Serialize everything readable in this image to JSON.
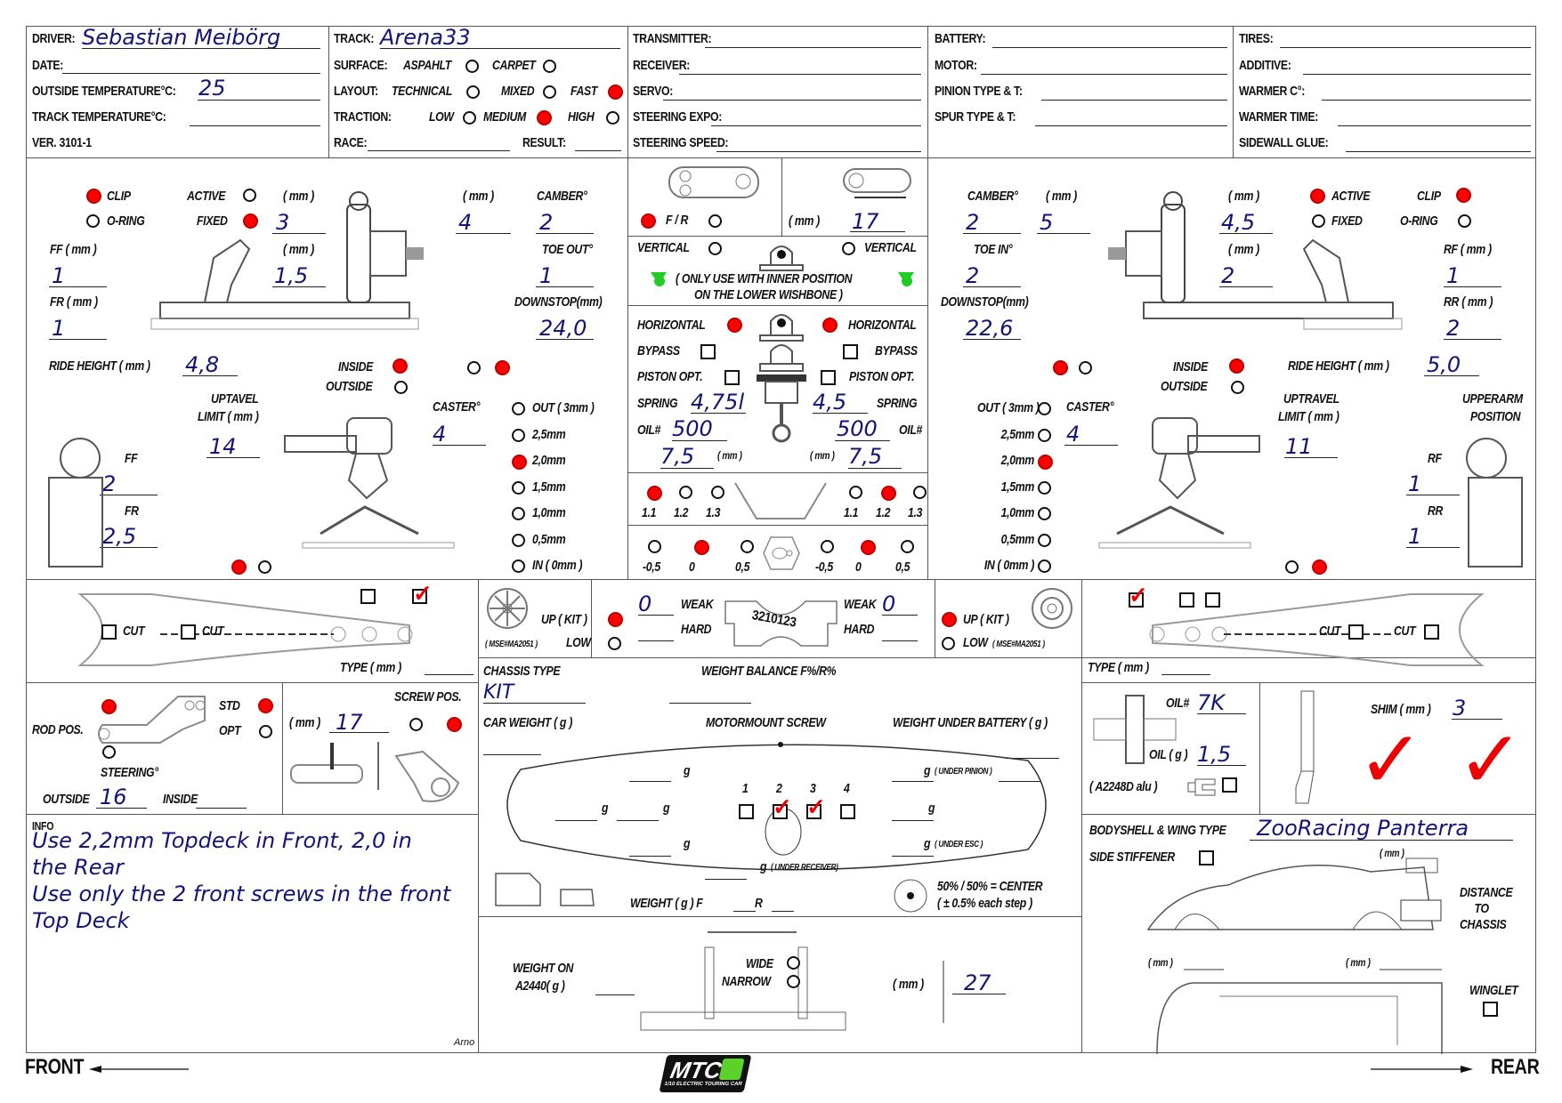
{
  "header": {
    "col1": {
      "driver_label": "DRIVER:",
      "driver_value": "Sebastian Meibörg",
      "date_label": "DATE:",
      "date_value": "",
      "outside_temp_label": "OUTSIDE TEMPERATURE°C:",
      "outside_temp_value": "25",
      "track_temp_label": "TRACK TEMPERATURE°C:",
      "track_temp_value": "",
      "version": "VER. 3101-1"
    },
    "col2": {
      "track_label": "TRACK:",
      "track_value": "Arena33",
      "surface_label": "SURFACE:",
      "surface_options": [
        "ASPAHLT",
        "CARPET"
      ],
      "surface_selected": "",
      "layout_label": "LAYOUT:",
      "layout_options": [
        "TECHNICAL",
        "MIXED",
        "FAST"
      ],
      "layout_selected": "FAST",
      "traction_label": "TRACTION:",
      "traction_options": [
        "LOW",
        "MEDIUM",
        "HIGH"
      ],
      "traction_selected": "MEDIUM",
      "race_label": "RACE:",
      "race_value": "",
      "result_label": "RESULT:",
      "result_value": ""
    },
    "col3": {
      "transmitter_label": "TRANSMITTER:",
      "receiver_label": "RECEIVER:",
      "servo_label": "SERVO:",
      "steering_expo_label": "STEERING EXPO:",
      "steering_speed_label": "STEERING SPEED:"
    },
    "col4": {
      "battery_label": "BATTERY:",
      "motor_label": "MOTOR:",
      "pinion_label": "PINION TYPE & T:",
      "spur_label": "SPUR TYPE & T:"
    },
    "col5": {
      "tires_label": "TIRES:",
      "additive_label": "ADDITIVE:",
      "warmer_c_label": "WARMER C°:",
      "warmer_time_label": "WARMER TIME:",
      "sidewall_glue_label": "SIDEWALL GLUE:"
    }
  },
  "front": {
    "clip_label": "CLIP",
    "clip_selected": true,
    "oring_label": "O-RING",
    "oring_selected": false,
    "active_label": "ACTIVE",
    "active_selected": false,
    "fixed_label": "FIXED",
    "fixed_selected": true,
    "mm_label": "( mm )",
    "upper_link_mm": "3",
    "upper_link2_mm": "4",
    "lower_link_mm": "1,5",
    "camber_label": "CAMBER°",
    "camber_value": "2",
    "toe_label": "TOE OUT°",
    "toe_value": "1",
    "downstop_label": "DOWNSTOP(mm)",
    "downstop_value": "24,0",
    "ff_mm_label": "FF ( mm )",
    "ff_mm_value": "1",
    "fr_mm_label": "FR ( mm )",
    "fr_mm_value": "1",
    "ride_height_label": "RIDE HEIGHT ( mm )",
    "ride_height_value": "4,8",
    "inside_label": "INSIDE",
    "inside_selected": true,
    "outside_label": "OUTSIDE",
    "outside_selected": false,
    "downstop_pos": [
      false,
      true
    ],
    "uptravel_label_1": "UPTAVEL",
    "uptravel_label_2": "LIMIT ( mm )",
    "uptravel_value": "14",
    "uptravel_pos": [
      true,
      false
    ],
    "caster_label": "CASTER°",
    "caster_value": "4",
    "ff_label": "FF",
    "ff_value": "2",
    "fr_label": "FR",
    "fr_value": "2,5",
    "caster_options": [
      "OUT ( 3mm )",
      "2,5mm",
      "2,0mm",
      "1,5mm",
      "1,0mm",
      "0,5mm",
      "IN ( 0mm )"
    ],
    "caster_selected": "2,0mm"
  },
  "rear": {
    "clip_label": "CLIP",
    "clip_selected": true,
    "oring_label": "O-RING",
    "oring_selected": false,
    "active_label": "ACTIVE",
    "active_selected": true,
    "fixed_label": "FIXED",
    "fixed_selected": false,
    "mm_label": "( mm )",
    "upper_link_mm": "5",
    "upper_link2_mm": "4,5",
    "lower_link_mm": "2",
    "camber_label": "CAMBER°",
    "camber_value": "2",
    "toe_label": "TOE IN°",
    "toe_value": "2",
    "downstop_label": "DOWNSTOP(mm)",
    "downstop_value": "22,6",
    "rf_mm_label": "RF ( mm )",
    "rf_mm_value": "1",
    "rr_mm_label": "RR ( mm )",
    "rr_mm_value": "2",
    "ride_height_label": "RIDE HEIGHT ( mm )",
    "ride_height_value": "5,0",
    "inside_label": "INSIDE",
    "inside_selected": true,
    "outside_label": "OUTSIDE",
    "outside_selected": false,
    "downstop_pos": [
      true,
      false
    ],
    "uptravel_label_1": "UPTRAVEL",
    "uptravel_label_2": "LIMIT ( mm )",
    "uptravel_value": "11",
    "uptravel_pos": [
      false,
      true
    ],
    "caster_label": "CASTER°",
    "caster_value": "4",
    "upperarm_label_1": "UPPERARM",
    "upperarm_label_2": "POSITION",
    "rf_label": "RF",
    "rf_value": "1",
    "rr_label": "RR",
    "rr_value": "1",
    "caster_options": [
      "OUT ( 3mm )",
      "2,5mm",
      "2,0mm",
      "1,5mm",
      "1,0mm",
      "0,5mm",
      "IN ( 0mm )"
    ],
    "caster_selected": "2,0mm"
  },
  "center": {
    "fr_label": "F / R",
    "fr_selected": true,
    "fr_alt_selected": false,
    "servo_saver_mm_label": "( mm )",
    "servo_saver_mm_value": "17",
    "vertical_label": "VERTICAL",
    "vertical_left": false,
    "vertical_right": false,
    "vertical_note_1": "( ONLY USE WITH INNER POSITION",
    "vertical_note_2": "ON THE LOWER WISHBONE )",
    "horizontal_label": "HORIZONTAL",
    "horizontal_left": true,
    "horizontal_right": true,
    "bypass_label": "BYPASS",
    "bypass_left": false,
    "bypass_right": false,
    "piston_label": "PISTON OPT.",
    "piston_left": false,
    "piston_right": false,
    "spring_label": "SPRING",
    "spring_front": "4,75l",
    "spring_rear": "4,5",
    "oil_label": "OIL#",
    "oil_front": "500",
    "oil_rear": "500",
    "shock_mm_label": "( mm )",
    "shock_len_front": "7,5",
    "shock_len_rear": "7,5",
    "antiroll_options": [
      "1.1",
      "1.2",
      "1.3"
    ],
    "antiroll_front": "1.1",
    "antiroll_rear": "1.2",
    "hub_options": [
      "-0,5",
      "0",
      "0,5"
    ],
    "hub_front": "0",
    "hub_rear": "0"
  },
  "arms": {
    "cut_label": "CUT",
    "type_label": "TYPE ( mm )",
    "front_top_checks": [
      false,
      true
    ],
    "front_cut_checks": [
      false,
      false
    ],
    "rear_top_checks": [
      true,
      false,
      false
    ],
    "rear_cut_checks": [
      false,
      false
    ]
  },
  "wheels": {
    "up_kit_label": "UP ( KIT )",
    "low_label": "LOW",
    "mse_label": "( MSE#MA2051 )",
    "front_up": true,
    "front_low": false,
    "rear_up": true,
    "rear_low": false
  },
  "diff_mount": {
    "weak_label": "WEAK",
    "hard_label": "HARD",
    "scale_text": "3210123",
    "left_weak": "0",
    "left_hard": "",
    "right_weak": "0",
    "right_hard": ""
  },
  "steering": {
    "rod_pos_label": "ROD POS.",
    "rod_top_selected": true,
    "rod_bottom_selected": false,
    "std_label": "STD",
    "std_selected": true,
    "opt_label": "OPT",
    "opt_selected": false,
    "steering_label": "STEERING°",
    "outside_label": "OUTSIDE",
    "outside_value": "16",
    "inside_label": "INSIDE",
    "inside_value": "",
    "screw_pos_label": "SCREW POS.",
    "screw_mm_label": "( mm )",
    "screw_mm_value": "17",
    "screw_pos": [
      false,
      true
    ]
  },
  "chassis": {
    "chassis_type_label": "CHASSIS TYPE",
    "chassis_type_value": "KIT",
    "weight_balance_label": "WEIGHT BALANCE F%/R%",
    "weight_balance_value": "",
    "car_weight_label": "CAR WEIGHT ( g )",
    "car_weight_value": "",
    "motormount_label": "MOTORMOUNT SCREW",
    "weight_under_battery_label": "WEIGHT UNDER BATTERY ( g )",
    "screw_numbers": [
      "1",
      "2",
      "3",
      "4"
    ],
    "screw_checks": [
      false,
      true,
      true,
      false
    ],
    "g_label": "g",
    "under_pinion": "( UNDER PINION )",
    "under_esc": "( UNDER ESC )",
    "under_receiver": "( UNDER RECEIVER)",
    "center_label": "50% / 50% = CENTER",
    "center_step": "( ± 0.5% each step )",
    "weight_label": "WEIGHT ( g ) F",
    "weight_r_label": "R"
  },
  "diff": {
    "oil_label": "OIL#",
    "oil_value": "7K",
    "oil_g_label": "OIL ( g )",
    "oil_g_value": "1,5",
    "alu_label": "( A2248D alu )",
    "alu_checked": false
  },
  "shim": {
    "label": "SHIM ( mm )",
    "value": "3",
    "option_checks": [
      true,
      true
    ]
  },
  "body": {
    "label": "BODYSHELL  & WING TYPE",
    "value": "ZooRacing Panterra",
    "side_stiffener_label": "SIDE STIFFENER",
    "side_stiffener_checked": false,
    "mm_label": "( mm )",
    "distance_label": "DISTANCE TO CHASSIS",
    "winglet_label": "WINGLET",
    "winglet_checked": false
  },
  "wing_mount": {
    "weight_on_label_1": "WEIGHT ON",
    "weight_on_label_2": "A2440( g )",
    "weight_on_value": "",
    "wide_label": "WIDE",
    "wide_selected": false,
    "narrow_label": "NARROW",
    "narrow_selected": false,
    "mm_label": "( mm )",
    "mm_value": "27"
  },
  "info": {
    "label": "INFO",
    "text": "Use 2,2mm Topdeck in Front, 2,0 in\nthe Rear\nUse only the 2 front screws in the front\nTop Deck",
    "signature": "Arno"
  },
  "footer": {
    "front_label": "FRONT",
    "rear_label": "REAR",
    "logo_text": "MTC3",
    "logo_sub": "1/10 ELECTRIC TOURING CAR",
    "logo_green": "#5bd22a"
  },
  "colors": {
    "selected": "#ff0000",
    "handwriting": "#141478",
    "green_indicator": "#22cc22"
  }
}
